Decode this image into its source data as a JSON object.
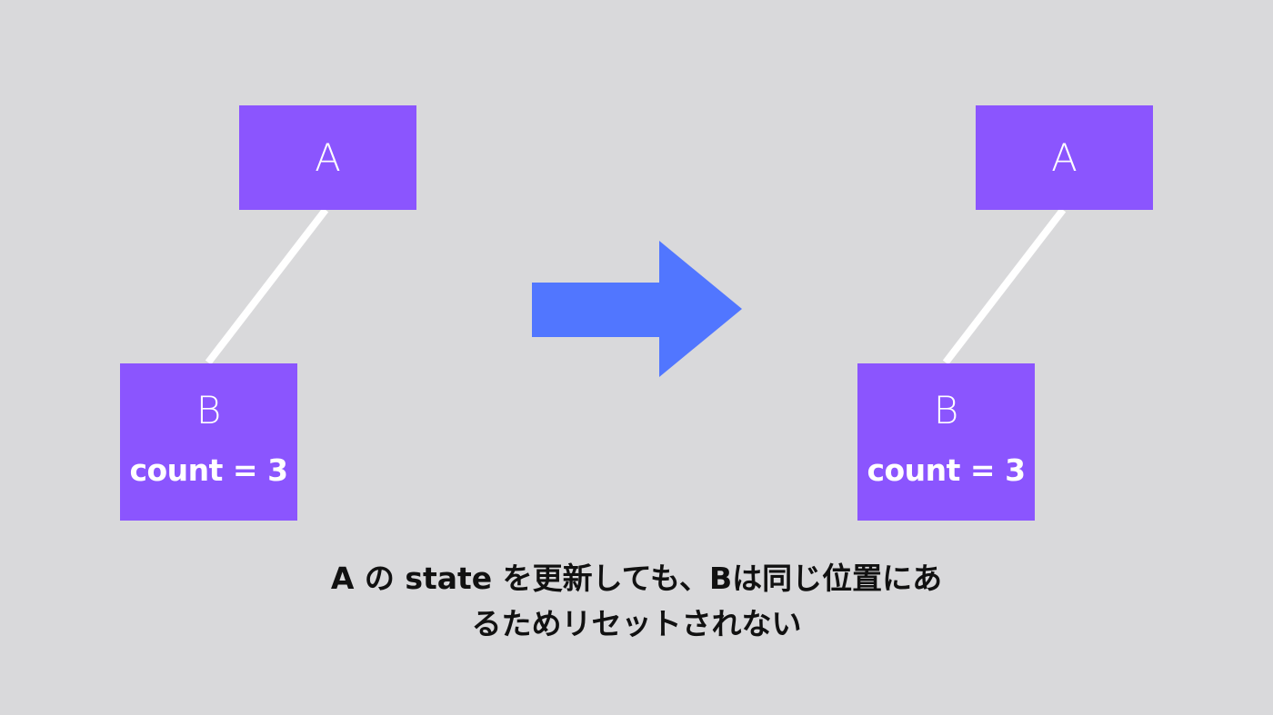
{
  "colors": {
    "background": "#d9d9db",
    "node_fill": "#8b55fe",
    "node_text": "#ffffff",
    "connector": "#ffffff",
    "arrow": "#5176ff",
    "caption_text": "#111111"
  },
  "icons": {
    "transition_arrow": "arrow-right-icon"
  },
  "diagrams": {
    "before": {
      "parent": {
        "label": "A"
      },
      "child": {
        "label": "B",
        "state": "count = 3"
      }
    },
    "after": {
      "parent": {
        "label": "A"
      },
      "child": {
        "label": "B",
        "state": "count = 3"
      }
    }
  },
  "caption": {
    "line1": "A の state を更新しても、Bは同じ位置にあ",
    "line2": "るためリセットされない"
  }
}
